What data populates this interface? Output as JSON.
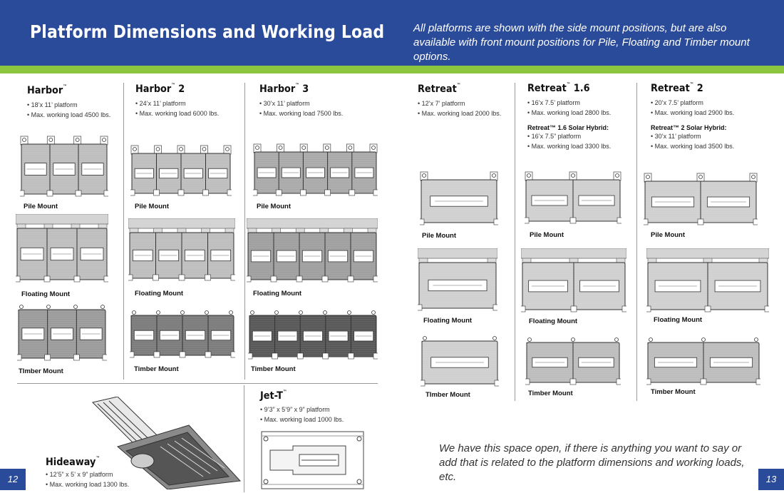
{
  "header": {
    "title": "Platform Dimensions and Working Load",
    "subtitle": "All platforms are shown with the side mount positions, but are also available with front mount positions for Pile, Floating and Timber mount options."
  },
  "products": {
    "harbor": {
      "name": "Harbor",
      "tm": "™",
      "spec1": "• 18’x 11’ platform",
      "spec2": "• Max. working load 4500 lbs."
    },
    "harbor2": {
      "name": "Harbor",
      "tm": "™",
      "suffix": " 2",
      "spec1": "• 24’x 11’ platform",
      "spec2": "• Max. working load 6000 lbs."
    },
    "harbor3": {
      "name": "Harbor",
      "tm": "™",
      "suffix": " 3",
      "spec1": "• 30’x 11’ platform",
      "spec2": "• Max. working load 7500 lbs."
    },
    "retreat": {
      "name": "Retreat",
      "tm": "™",
      "spec1": "• 12’x 7’ platform",
      "spec2": "• Max. working load 2000 lbs."
    },
    "retreat16": {
      "name": "Retreat",
      "tm": "™",
      "suffix": " 1.6",
      "spec1": "• 16’x 7.5’ platform",
      "spec2": "• Max. working load 2800 lbs.",
      "solar_head": "Retreat™ 1.6 Solar Hybrid:",
      "solar1": "• 16’x 7.5” platform",
      "solar2": "• Max. working load 3300 lbs."
    },
    "retreat2": {
      "name": "Retreat",
      "tm": "™",
      "suffix": " 2",
      "spec1": "• 20’x 7.5’ platform",
      "spec2": "• Max. working load 2900 lbs.",
      "solar_head": "Retreat™ 2 Solar Hybrid:",
      "solar1": "• 30’x 11’ platform",
      "solar2": "• Max. working load 3500 lbs."
    },
    "jett": {
      "name": "Jet-T",
      "tm": "™",
      "spec1": "• 9’3” x 5’9” x 9” platform",
      "spec2": "• Max. working load 1000 lbs."
    },
    "hideaway": {
      "name": "Hideaway",
      "tm": "™",
      "spec1": "• 12’5” x 5’ x 9” platform",
      "spec2": "• Max. working load 1300 lbs."
    }
  },
  "labels": {
    "pile": "Pile Mount",
    "floating": "Floating Mount",
    "timber": "Timber Mount",
    "timber_alt": "TImber Mount"
  },
  "pages": {
    "left": "12",
    "right": "13"
  },
  "note": "We have this space open, if there is anything you want to say or add that is related to the platform dimensions and working loads, etc.",
  "colors": {
    "header_blue": "#2a4a9a",
    "accent_green": "#8cc63f"
  }
}
